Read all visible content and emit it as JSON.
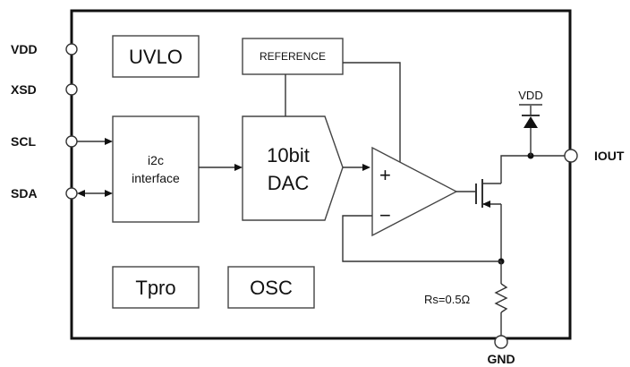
{
  "pins": {
    "vdd": "VDD",
    "xsd": "XSD",
    "scl": "SCL",
    "sda": "SDA",
    "iout": "IOUT",
    "gnd": "GND"
  },
  "blocks": {
    "uvlo": "UVLO",
    "reference": "REFERENCE",
    "i2c_line1": "i2c",
    "i2c_line2": "interface",
    "dac_line1": "10bit",
    "dac_line2": "DAC",
    "tpro": "Tpro",
    "osc": "OSC"
  },
  "opamp": {
    "plus": "+",
    "minus": "−"
  },
  "components": {
    "diode_supply": "VDD",
    "resistor": "Rs=0.5Ω"
  }
}
